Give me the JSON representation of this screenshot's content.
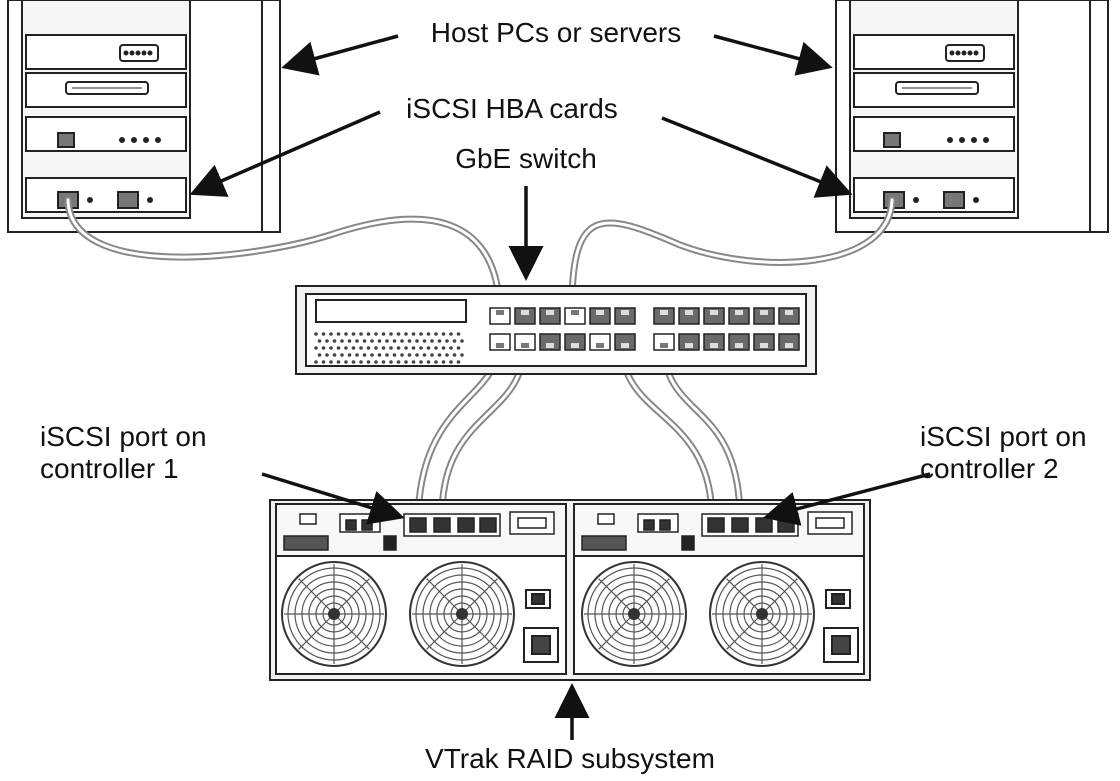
{
  "labels": {
    "host": "Host PCs or servers",
    "hba": "iSCSI HBA cards",
    "switch": "GbE switch",
    "port1_line1": "iSCSI port on",
    "port1_line2": "controller 1",
    "port2_line1": "iSCSI port on",
    "port2_line2": "controller 2",
    "raid": "VTrak RAID subsystem"
  },
  "colors": {
    "line": "#222222",
    "fill": "#ffffff",
    "panel": "#f2f2f2",
    "port": "#6a6a6a",
    "cable": "#8a8a8a"
  }
}
